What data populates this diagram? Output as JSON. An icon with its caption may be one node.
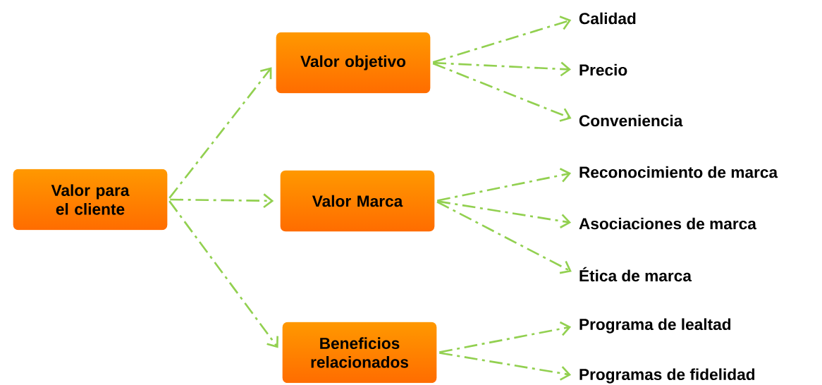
{
  "diagram": {
    "nodes": [
      {
        "text": [
          "Valor para el cliente"
        ]
      },
      {
        "text": [
          "Valor objetivo"
        ]
      },
      {
        "text": [
          "Valor Marca"
        ]
      },
      {
        "text": [
          "Beneficios relacionados"
        ]
      },
      {
        "text": [
          "Calidad"
        ]
      },
      {
        "text": [
          "Precio"
        ]
      },
      {
        "text": [
          "Conveniencia"
        ]
      },
      {
        "text": [
          "Reconocimiento de marca"
        ]
      },
      {
        "text": [
          "Asociaciones de marca"
        ]
      },
      {
        "text": [
          "Ética de marca"
        ]
      },
      {
        "text": [
          "Programa de lealtad"
        ]
      },
      {
        "text": [
          "Programas de fidelidad"
        ]
      }
    ],
    "edges": [
      {
        "from": 0,
        "to": 1,
        "arrow": "to",
        "style": "dashed"
      },
      {
        "from": 0,
        "to": 2,
        "arrow": "to",
        "style": "dashed"
      },
      {
        "from": 0,
        "to": 3,
        "arrow": "to",
        "style": "dashed"
      },
      {
        "from": 1,
        "to": 4,
        "arrow": "to",
        "style": "dashed"
      },
      {
        "from": 1,
        "to": 5,
        "arrow": "to",
        "style": "dashed"
      },
      {
        "from": 1,
        "to": 6,
        "arrow": "to",
        "style": "dashed"
      },
      {
        "from": 2,
        "to": 7,
        "arrow": "to",
        "style": "dashed"
      },
      {
        "from": 2,
        "to": 8,
        "arrow": "to",
        "style": "dashed"
      },
      {
        "from": 2,
        "to": 9,
        "arrow": "to",
        "style": "dashed"
      },
      {
        "from": 3,
        "to": 10,
        "arrow": "to",
        "style": "dashed"
      },
      {
        "from": 3,
        "to": 11,
        "arrow": "to",
        "style": "dashed"
      }
    ]
  }
}
